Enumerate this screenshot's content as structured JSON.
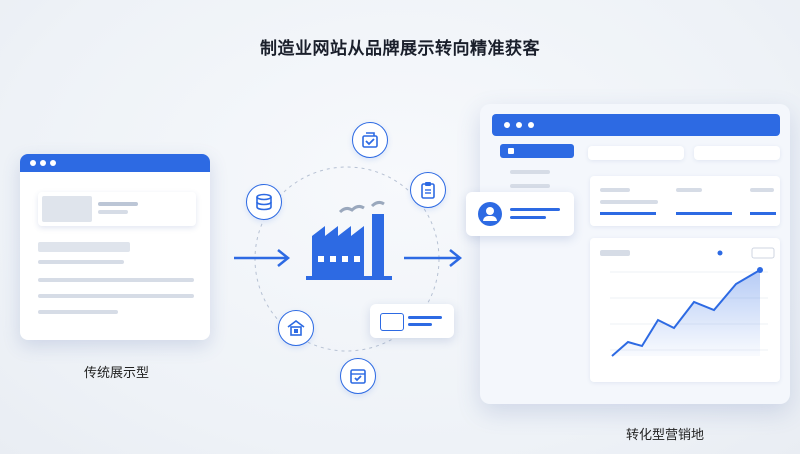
{
  "title": "制造业网站从品牌展示转向精准获客",
  "left_caption": "传统展示型",
  "right_caption": "转化型营销地",
  "colors": {
    "accent": "#2d6ae3",
    "background": "#eef2f7"
  },
  "icons": [
    "factory-icon",
    "database-icon",
    "inbox-check-icon",
    "clipboard-icon",
    "house-box-icon",
    "calendar-check-icon",
    "user-icon"
  ]
}
